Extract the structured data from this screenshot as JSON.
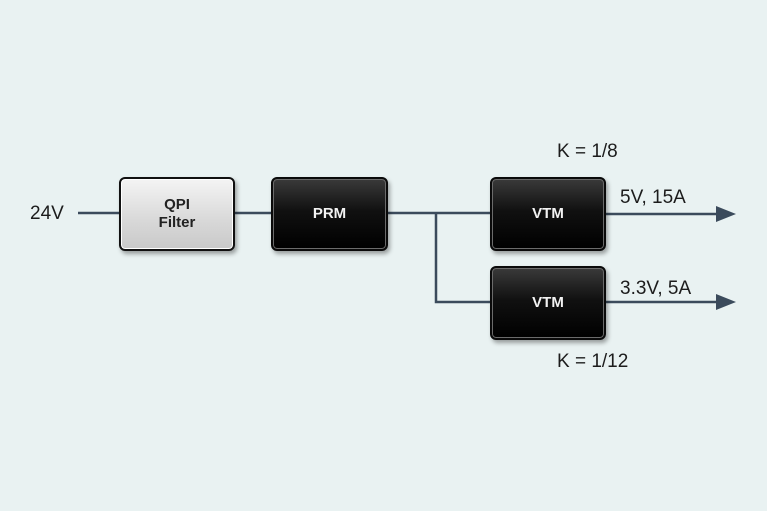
{
  "input": {
    "label": "24V"
  },
  "blocks": {
    "filter": {
      "label": "QPI\nFilter"
    },
    "prm": {
      "label": "PRM"
    },
    "vtm_top": {
      "label": "VTM"
    },
    "vtm_bottom": {
      "label": "VTM"
    }
  },
  "outputs": {
    "top": {
      "label": "5V, 15A",
      "ratio": "K = 1/8"
    },
    "bottom": {
      "label": "3.3V, 5A",
      "ratio": "K = 1/12"
    }
  }
}
